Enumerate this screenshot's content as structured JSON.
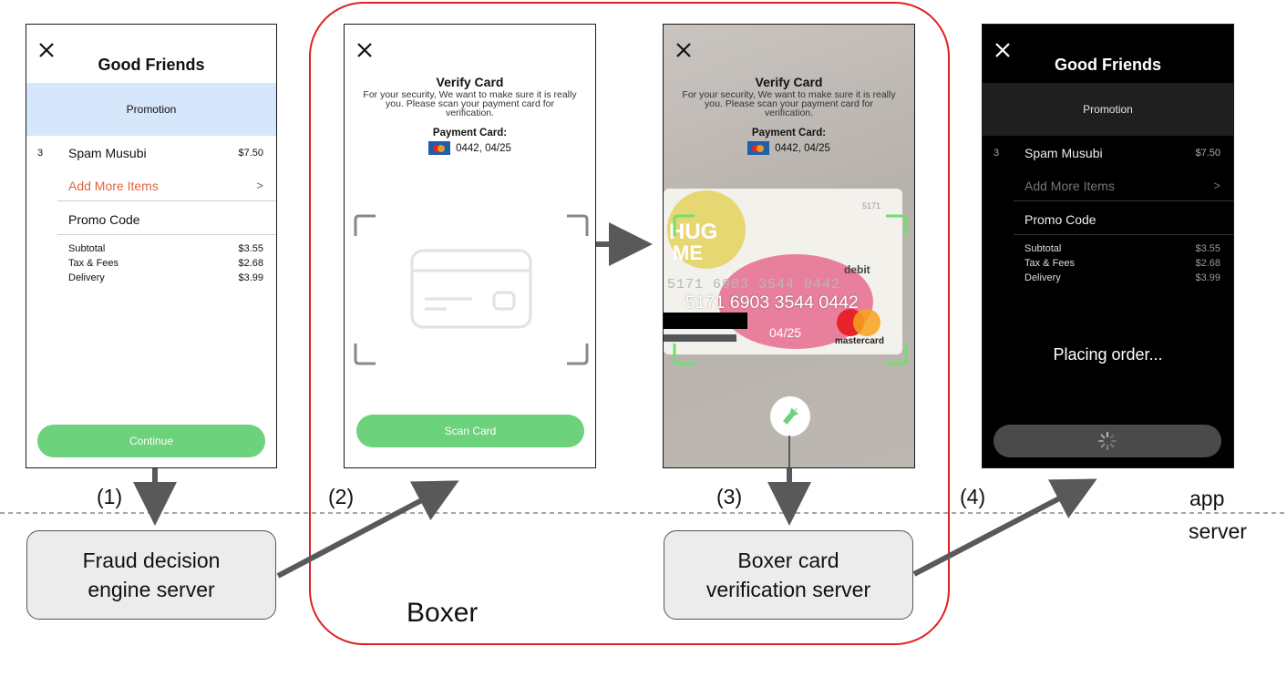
{
  "screen1": {
    "restaurant": "Good Friends",
    "promotion": "Promotion",
    "item_qty": "3",
    "item_name": "Spam Musubi",
    "item_price": "$7.50",
    "add_more": "Add More Items",
    "chevron": ">",
    "promo_code": "Promo Code",
    "subtotal_label": "Subtotal",
    "subtotal_value": "$3.55",
    "tax_label": "Tax & Fees",
    "tax_value": "$2.68",
    "delivery_label": "Delivery",
    "delivery_value": "$3.99",
    "continue": "Continue"
  },
  "screen2": {
    "title": "Verify Card",
    "description": "For your security, We want to make sure it is really you. Please scan your payment card for verification.",
    "payment_label": "Payment Card:",
    "card_info": "0442, 04/25",
    "scan_button": "Scan Card"
  },
  "screen3": {
    "title": "Verify Card",
    "description": "For your security, We want to make sure it is really you. Please scan your payment card for verification.",
    "payment_label": "Payment Card:",
    "card_info": "0442, 04/25",
    "card_text_hug": "HUG",
    "card_text_me": "ME",
    "card_debit": "debit",
    "card_number_embossed": "5171 6903 3544 0442",
    "card_number_overlay": "5171 6903 3544 0442",
    "card_expiry": "04/25",
    "card_brand": "mastercard",
    "card_small_number": "5171"
  },
  "screen4": {
    "restaurant": "Good Friends",
    "promotion": "Promotion",
    "item_qty": "3",
    "item_name": "Spam Musubi",
    "item_price": "$7.50",
    "add_more": "Add More Items",
    "chevron": ">",
    "promo_code": "Promo Code",
    "subtotal_label": "Subtotal",
    "subtotal_value": "$3.55",
    "tax_label": "Tax & Fees",
    "tax_value": "$2.68",
    "delivery_label": "Delivery",
    "delivery_value": "$3.99",
    "placing": "Placing order..."
  },
  "steps": {
    "s1": "(1)",
    "s2": "(2)",
    "s3": "(3)",
    "s4": "(4)"
  },
  "servers": {
    "fraud_line1": "Fraud decision",
    "fraud_line2": "engine server",
    "boxer_line1": "Boxer card",
    "boxer_line2": "verification server"
  },
  "labels": {
    "boxer": "Boxer",
    "app": "app",
    "server": "server"
  },
  "colors": {
    "green": "#6cd27b",
    "promo_blue": "#d6e6fb",
    "add_more_orange": "#e0663e",
    "boxer_red": "#e02020",
    "arrow_gray": "#595959",
    "scan_corner_green": "#6ee06e"
  }
}
